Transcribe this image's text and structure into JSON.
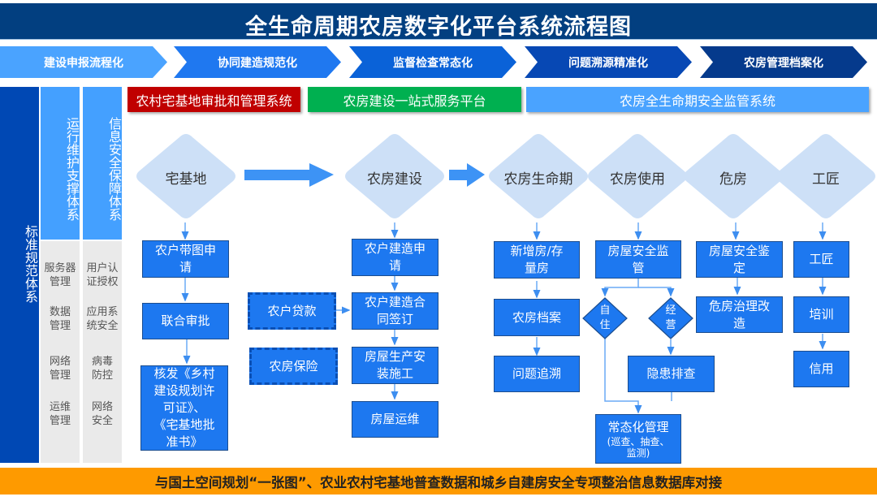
{
  "title": "全生命周期农房数字化平台系统流程图",
  "stages": [
    {
      "label": "建设申报流程化",
      "color": "#4aa3ff"
    },
    {
      "label": "协同建造规范化",
      "color": "#1f78f0"
    },
    {
      "label": "监督检查常态化",
      "color": "#0a62d8"
    },
    {
      "label": "问题溯源精准化",
      "color": "#0748b4"
    },
    {
      "label": "农房管理档案化",
      "color": "#053a8c"
    }
  ],
  "left_columns": {
    "standards": {
      "label": "标准规范体系",
      "color": "#0048b4"
    },
    "operations": {
      "header": "运行维护支撑体系",
      "items": [
        "服务器管理",
        "数据管理",
        "网络管理",
        "运维管理"
      ],
      "items_display": [
        [
          "服务器",
          "管理"
        ],
        [
          "数据",
          "管理"
        ],
        [
          "网络",
          "管理"
        ],
        [
          "运维",
          "管理"
        ]
      ]
    },
    "security": {
      "header": "信息安全保障体系",
      "items": [
        "用户认证授权",
        "应用系统安全",
        "病毒防控",
        "网络安全"
      ],
      "items_display": [
        [
          "用户认",
          "证授权"
        ],
        [
          "应用系",
          "统安全"
        ],
        [
          "病毒",
          "防控"
        ],
        [
          "网络",
          "安全"
        ]
      ]
    }
  },
  "systems": [
    {
      "label": "农村宅基地审批和管理系统",
      "color": "#c00000"
    },
    {
      "label": "农房建设一站式服务平台",
      "color": "#00b050"
    },
    {
      "label": "农房全生命期安全监管系统",
      "color": "#4aa3ff"
    }
  ],
  "phases": [
    {
      "label": "宅基地"
    },
    {
      "label": "农房建设"
    },
    {
      "label": "农房生命期"
    },
    {
      "label": "农房使用"
    },
    {
      "label": "危房"
    },
    {
      "label": "工匠"
    }
  ],
  "flows": {
    "homestead": [
      {
        "lines": [
          "农户带图申",
          "请"
        ]
      },
      {
        "lines": [
          "联合审批"
        ]
      },
      {
        "lines": [
          "核发《乡村",
          "建设规划许",
          "可证》、",
          "《宅基地批",
          "准书》"
        ]
      }
    ],
    "construction": [
      {
        "lines": [
          "农户建造申",
          "请"
        ]
      },
      {
        "lines": [
          "农户建造合",
          "同签订"
        ]
      },
      {
        "lines": [
          "房屋生产安",
          "装施工"
        ]
      },
      {
        "lines": [
          "房屋运维"
        ]
      }
    ],
    "construction_support": [
      {
        "lines": [
          "农户贷款"
        ]
      },
      {
        "lines": [
          "农房保险"
        ]
      }
    ],
    "lifecycle": [
      {
        "lines": [
          "新增房/存",
          "量房"
        ]
      },
      {
        "lines": [
          "农房档案"
        ]
      },
      {
        "lines": [
          "问题追溯"
        ]
      }
    ],
    "usage": {
      "start": {
        "lines": [
          "房屋安全监",
          "管"
        ]
      },
      "branch_self": {
        "lines": [
          "自",
          "住"
        ]
      },
      "branch_business": {
        "lines": [
          "经",
          "营"
        ]
      },
      "hazard": {
        "lines": [
          "隐患排查"
        ]
      },
      "routine": {
        "title": "常态化管理",
        "sub": [
          "(巡查、抽查、",
          "监测)"
        ]
      }
    },
    "dangerous": [
      {
        "lines": [
          "房屋安全鉴",
          "定"
        ]
      },
      {
        "lines": [
          "危房治理改",
          "造"
        ]
      }
    ],
    "craftsman": [
      {
        "lines": [
          "工匠"
        ]
      },
      {
        "lines": [
          "培训"
        ]
      },
      {
        "lines": [
          "信用"
        ]
      }
    ]
  },
  "footer": "与国土空间规划“一张图”、农业农村宅基地普查数据和城乡自建房安全专项整治信息数据库对接",
  "colors": {
    "title_bg": "#023f80",
    "box_fill": "#1d78f0",
    "diamond_fill": "#cde0f7",
    "arrow": "#3d93f5",
    "footer_bg": "#fe9a00"
  }
}
